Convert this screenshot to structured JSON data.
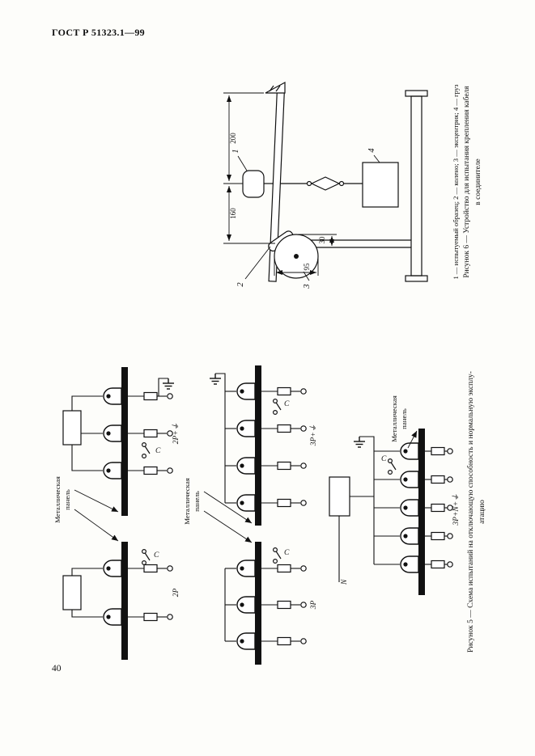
{
  "page": {
    "header": "ГОСТ Р 51323.1—99",
    "page_number": "40"
  },
  "figure6": {
    "dim_200": "200",
    "dim_160": "160",
    "dim_30": "30",
    "dim_95": "95",
    "callout_1": "1",
    "callout_2": "2",
    "callout_3": "3",
    "callout_4": "4",
    "legend": "1 — испытуемый образец; 2 — колено; 3 — эксцентрик; 4 — груз",
    "caption_line1": "Рисунок 6 — Устройство для испытания крепления кабеля",
    "caption_line2": "в соединителе"
  },
  "figure5": {
    "panel_label_line1": "Металлическая",
    "panel_label_line2": "панель",
    "label_s1": "2P+⏚",
    "label_s2": "3P+⏚",
    "label_s3": "2P",
    "label_s4": "3P",
    "label_s5": "3P+N+⏚",
    "switch_label": "C",
    "neutral_label": "N",
    "caption_line1": "Рисунок 5 — Схема испытаний на отключающую способность и нормальную эксплу-",
    "caption_line2": "атацию"
  }
}
